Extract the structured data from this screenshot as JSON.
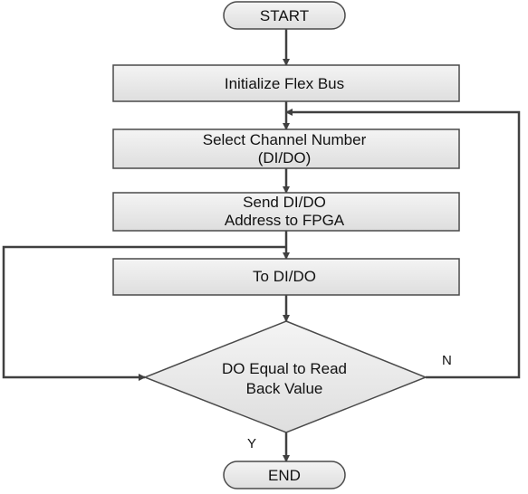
{
  "flowchart": {
    "start_label": "START",
    "step1_label": "Initialize Flex Bus",
    "step2_line1": "Select Channel Number",
    "step2_line2": "(DI/DO)",
    "step3_line1": "Send DI/DO",
    "step3_line2": "Address to FPGA",
    "step4_label": "To DI/DO",
    "decision_line1": "DO Equal to Read",
    "decision_line2": "Back Value",
    "no_label": "N",
    "yes_label": "Y",
    "end_label": "END"
  },
  "colors": {
    "fill_top": "#f4f4f4",
    "fill_bottom": "#dedede",
    "stroke": "#4a4a4a",
    "arrow": "#404040"
  }
}
